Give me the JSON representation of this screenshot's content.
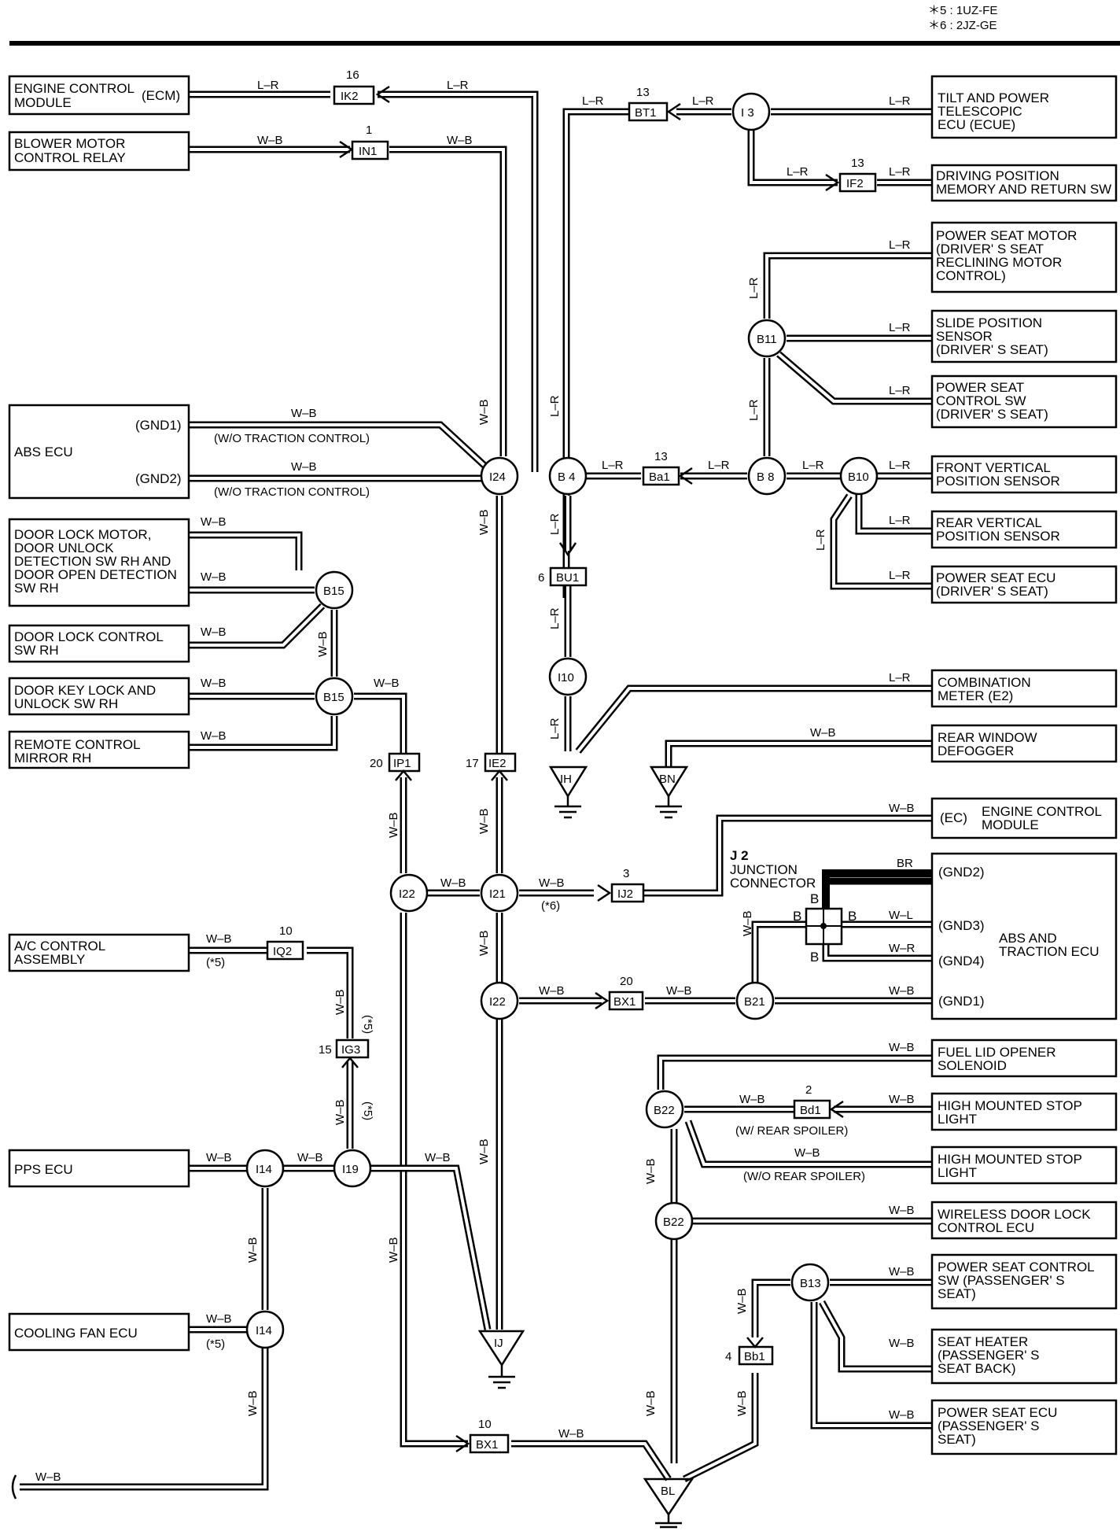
{
  "notes": [
    "＊5 : 1UZ-FE",
    "＊6 : 2JZ-GE"
  ],
  "components": {
    "ecm": [
      "ENGINE CONTROL",
      "MODULE"
    ],
    "ecm_pin": "(ECM)",
    "blower": [
      "BLOWER MOTOR",
      "CONTROL RELAY"
    ],
    "abs": "ABS ECU",
    "abs_gnd1": "(GND1)",
    "abs_gnd2": "(GND2)",
    "door_lock_motor": [
      "DOOR LOCK MOTOR,",
      "DOOR UNLOCK",
      "DETECTION SW RH AND",
      "DOOR OPEN DETECTION",
      "SW RH"
    ],
    "door_lock_ctrl": [
      "DOOR LOCK CONTROL",
      "SW RH"
    ],
    "door_key": [
      "DOOR KEY LOCK AND",
      "UNLOCK SW RH"
    ],
    "remote_mirror": [
      "REMOTE CONTROL",
      "MIRROR RH"
    ],
    "ac_control": [
      "A/C CONTROL",
      "ASSEMBLY"
    ],
    "pps": "PPS ECU",
    "cooling_fan": "COOLING FAN ECU",
    "tilt": [
      "TILT AND POWER",
      "TELESCOPIC",
      "ECU (ECUE)"
    ],
    "driving_pos": [
      "DRIVING POSITION",
      "MEMORY AND RETURN SW"
    ],
    "seat_motor": [
      "POWER SEAT MOTOR",
      "(DRIVER' S SEAT",
      " RECLINING MOTOR",
      " CONTROL)"
    ],
    "slide_sensor": [
      "SLIDE POSITION",
      "SENSOR",
      "(DRIVER' S SEAT)"
    ],
    "seat_ctrl_sw": [
      "POWER SEAT",
      "CONTROL SW",
      "(DRIVER' S SEAT)"
    ],
    "front_vert": [
      "FRONT VERTICAL",
      "POSITION SENSOR"
    ],
    "rear_vert": [
      "REAR VERTICAL",
      "POSITION SENSOR"
    ],
    "seat_ecu_drv": [
      "POWER SEAT ECU",
      "(DRIVER' S SEAT)"
    ],
    "combo_meter": [
      "COMBINATION",
      "METER (E2)"
    ],
    "rear_defogger": [
      "REAR WINDOW",
      "DEFOGGER"
    ],
    "ecm2": [
      "ENGINE CONTROL",
      "MODULE"
    ],
    "ecm2_pin": "(EC)",
    "abs_trac": [
      "ABS AND",
      "TRACTION ECU"
    ],
    "abs_trac_pins": [
      "(GND2)",
      "(GND3)",
      "(GND4)",
      "(GND1)"
    ],
    "fuel_lid": [
      "FUEL LID OPENER",
      "SOLENOID"
    ],
    "stop_light1": [
      "HIGH MOUNTED STOP",
      "LIGHT"
    ],
    "stop_light2": [
      "HIGH MOUNTED STOP",
      "LIGHT"
    ],
    "wireless": [
      "WIRELESS DOOR LOCK",
      "CONTROL ECU"
    ],
    "seat_ctrl_pass": [
      "POWER SEAT CONTROL",
      "SW (PASSENGER' S",
      "SEAT)"
    ],
    "seat_heater": [
      "SEAT HEATER",
      "(PASSENGER' S",
      " SEAT BACK)"
    ],
    "seat_ecu_pass": [
      "POWER SEAT ECU",
      "(PASSENGER' S",
      " SEAT)"
    ]
  },
  "junction": {
    "id": "J 2",
    "name": [
      "JUNCTION",
      "CONNECTOR"
    ]
  },
  "notes_wire": {
    "wo_traction1": "(W/O TRACTION CONTROL)",
    "wo_traction2": "(W/O TRACTION CONTROL)",
    "w_spoiler": "(W/ REAR SPOILER)",
    "wo_spoiler": "(W/O REAR SPOILER)",
    "s5": "(*5)",
    "s6": "(*6)"
  },
  "connectors": {
    "IK2": {
      "id": "IK2",
      "pin": "16"
    },
    "IN1": {
      "id": "IN1",
      "pin": "1"
    },
    "BT1": {
      "id": "BT1",
      "pin": "13"
    },
    "IF2": {
      "id": "IF2",
      "pin": "13"
    },
    "Ba1": {
      "id": "Ba1",
      "pin": "13"
    },
    "BU1": {
      "id": "BU1",
      "pin": "6"
    },
    "IP1": {
      "id": "IP1",
      "pin": "20"
    },
    "IE2": {
      "id": "IE2",
      "pin": "17"
    },
    "IJ2": {
      "id": "IJ2",
      "pin": "3"
    },
    "BX1a": {
      "id": "BX1",
      "pin": "20"
    },
    "IQ2": {
      "id": "IQ2",
      "pin": "10"
    },
    "IG3": {
      "id": "IG3",
      "pin": "15"
    },
    "Bd1": {
      "id": "Bd1",
      "pin": "2"
    },
    "Bb1": {
      "id": "Bb1",
      "pin": "4"
    },
    "BX1b": {
      "id": "BX1",
      "pin": "10"
    }
  },
  "nodes": {
    "I3": "I 3",
    "B11": "B11",
    "B4": "B 4",
    "B8": "B 8",
    "B10": "B10",
    "I24": "I24",
    "B15a": "B15",
    "B15b": "B15",
    "I10": "I10",
    "I22a": "I22",
    "I21": "I21",
    "I22b": "I22",
    "B21": "B21",
    "I14a": "I14",
    "I19": "I19",
    "I14b": "I14",
    "B22a": "B22",
    "B22b": "B22",
    "B13": "B13"
  },
  "grounds": {
    "IH": "IH",
    "BN": "BN",
    "IJ": "IJ",
    "BL": "BL"
  },
  "wire_labels": {
    "LR": "L–R",
    "WB": "W–B",
    "BR": "BR",
    "B": "B",
    "WL": "W–L",
    "WR": "W–R"
  }
}
